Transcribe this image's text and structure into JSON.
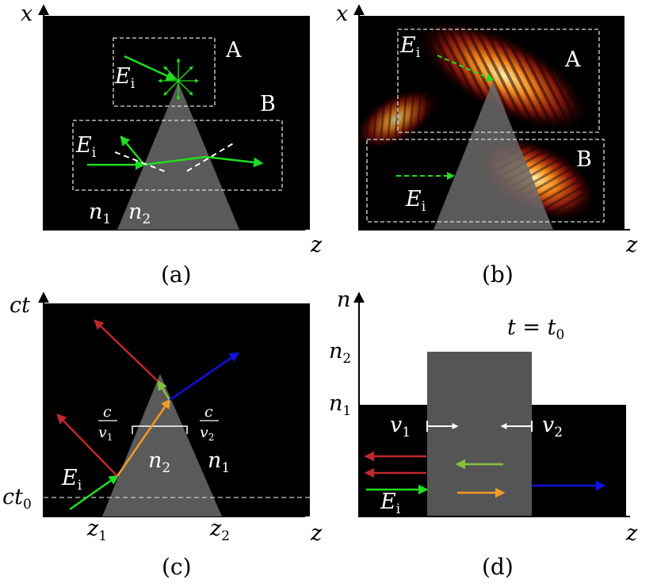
{
  "panels": {
    "a": {
      "caption": "(a)",
      "axis_x": "x",
      "axis_z": "z",
      "box_a": "A",
      "box_b": "B",
      "e_label": "E",
      "e_sub": "i",
      "n1": "n",
      "n1_sub": "1",
      "n2": "n",
      "n2_sub": "2"
    },
    "b": {
      "caption": "(b)",
      "axis_x": "x",
      "axis_z": "z",
      "box_a": "A",
      "box_b": "B",
      "e_label": "E",
      "e_sub": "i"
    },
    "c": {
      "caption": "(c)",
      "axis_ct": "ct",
      "axis_z": "z",
      "ct0": "ct",
      "ct0_sub": "0",
      "e_label": "E",
      "e_sub": "i",
      "n1": "n",
      "n1_sub": "1",
      "n2": "n",
      "n2_sub": "2",
      "z1": "z",
      "z1_sub": "1",
      "z2": "z",
      "z2_sub": "2",
      "frac1_num": "c",
      "frac1_den": "v",
      "frac1_den_sub": "1",
      "frac2_num": "c",
      "frac2_den": "v",
      "frac2_den_sub": "2"
    },
    "d": {
      "caption": "(d)",
      "axis_n": "n",
      "axis_z": "z",
      "t_label": "t = t",
      "t_sub": "0",
      "n1": "n",
      "n1_sub": "1",
      "n2": "n",
      "n2_sub": "2",
      "v1": "v",
      "v1_sub": "1",
      "v2": "v",
      "v2_sub": "2",
      "e_label": "E",
      "e_sub": "i"
    }
  },
  "colors": {
    "background_panel": "#000000",
    "prism": "#5a5a5a",
    "incident": "#22dd22",
    "reflected": "#c0282c",
    "transmitted": "#1010e0",
    "internal_orange": "#f39a28",
    "internal_green": "#88c040",
    "dashed_box": "#ffffff"
  }
}
